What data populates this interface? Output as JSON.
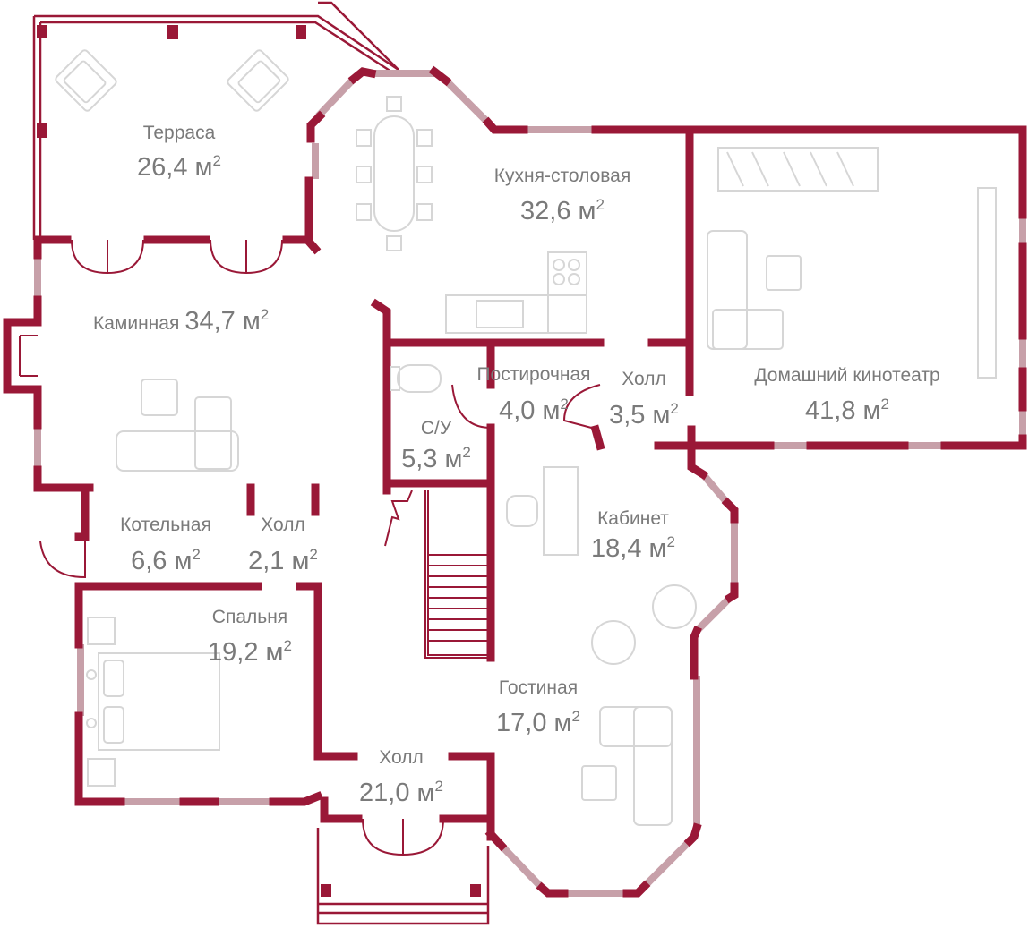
{
  "colors": {
    "wall": "#9a1837",
    "window": "#c7a0a9",
    "furniture": "#d6d6d6",
    "text": "#7a7a7a"
  },
  "unit_superscript": "2",
  "rooms": {
    "terrace": {
      "name": "Терраса",
      "area": "26,4 м"
    },
    "kitchen": {
      "name": "Кухня-столовая",
      "area": "32,6 м"
    },
    "fireplace": {
      "name": "Каминная",
      "area": "34,7 м"
    },
    "laundry": {
      "name": "Постирочная",
      "area": "4,0 м"
    },
    "hall_center": {
      "name": "Холл",
      "area": "3,5 м"
    },
    "cinema": {
      "name": "Домашний кинотеатр",
      "area": "41,8 м"
    },
    "bathroom": {
      "name": "С/У",
      "area": "5,3 м"
    },
    "boiler": {
      "name": "Котельная",
      "area": "6,6 м"
    },
    "hall_small": {
      "name": "Холл",
      "area": "2,1 м"
    },
    "office": {
      "name": "Кабинет",
      "area": "18,4 м"
    },
    "bedroom": {
      "name": "Спальня",
      "area": "19,2 м"
    },
    "living": {
      "name": "Гостиная",
      "area": "17,0 м"
    },
    "hall_entry": {
      "name": "Холл",
      "area": "21,0 м"
    }
  }
}
